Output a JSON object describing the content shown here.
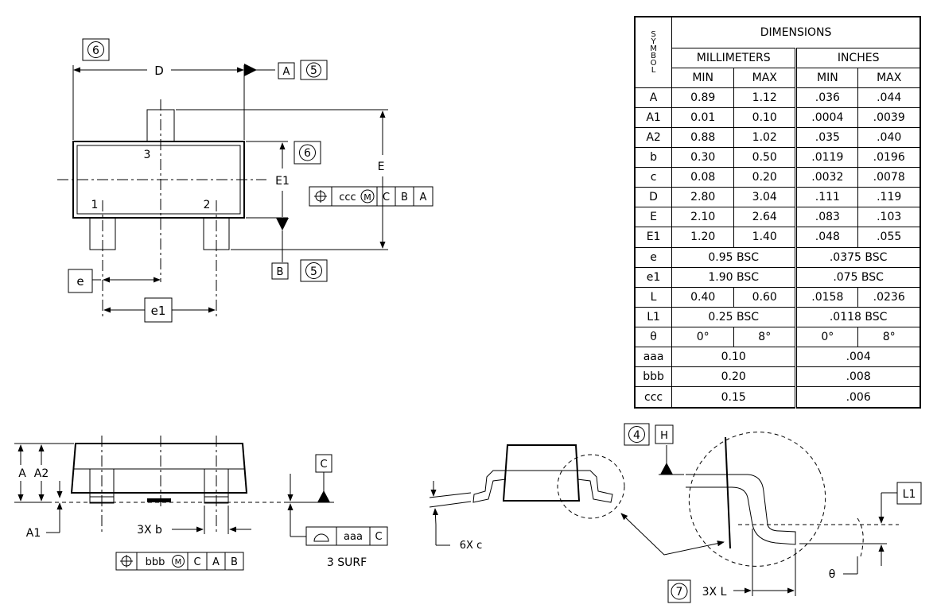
{
  "top_view": {
    "callout_6_top": "6",
    "dim_D": "D",
    "datum_A": "A",
    "callout_5_top": "5",
    "pin3": "3",
    "pin1": "1",
    "pin2": "2",
    "callout_6_mid": "6",
    "dim_E1": "E1",
    "dim_E": "E",
    "fcf": {
      "symbol": "⌖",
      "tol": "ccc",
      "modifier": "M",
      "d1": "C",
      "d2": "B",
      "d3": "A"
    },
    "datum_B": "B",
    "callout_5_bottom": "5",
    "dim_e": "e",
    "dim_e1": "e1"
  },
  "side_view": {
    "dim_A": "A",
    "dim_A2": "A2",
    "dim_A1": "A1",
    "dim_3xb": "3X b",
    "datum_C": "C",
    "fcf_b": {
      "symbol": "⌖",
      "tol": "bbb",
      "modifier": "M",
      "d1": "C",
      "d2": "A",
      "d3": "B"
    },
    "profile_fcf": {
      "tol": "aaa",
      "datum": "C"
    },
    "surf_note": "3 SURF"
  },
  "end_view": {
    "dim_6xc": "6X c",
    "callout_4": "4",
    "datum_H": "H",
    "dim_L1": "L1",
    "theta": "θ",
    "callout_7": "7",
    "dim_3xL": "3X L"
  },
  "table": {
    "symbol_header": [
      "S",
      "Y",
      "M",
      "B",
      "O",
      "L"
    ],
    "dimensions": "DIMENSIONS",
    "millimeters": "MILLIMETERS",
    "inches": "INCHES",
    "min": "MIN",
    "max": "MAX",
    "rows": [
      {
        "sym": "A",
        "mm_min": "0.89",
        "mm_max": "1.12",
        "in_min": ".036",
        "in_max": ".044"
      },
      {
        "sym": "A1",
        "mm_min": "0.01",
        "mm_max": "0.10",
        "in_min": ".0004",
        "in_max": ".0039"
      },
      {
        "sym": "A2",
        "mm_min": "0.88",
        "mm_max": "1.02",
        "in_min": ".035",
        "in_max": ".040"
      },
      {
        "sym": "b",
        "mm_min": "0.30",
        "mm_max": "0.50",
        "in_min": ".0119",
        "in_max": ".0196"
      },
      {
        "sym": "c",
        "mm_min": "0.08",
        "mm_max": "0.20",
        "in_min": ".0032",
        "in_max": ".0078"
      },
      {
        "sym": "D",
        "mm_min": "2.80",
        "mm_max": "3.04",
        "in_min": ".111",
        "in_max": ".119"
      },
      {
        "sym": "E",
        "mm_min": "2.10",
        "mm_max": "2.64",
        "in_min": ".083",
        "in_max": ".103"
      },
      {
        "sym": "E1",
        "mm_min": "1.20",
        "mm_max": "1.40",
        "in_min": ".048",
        "in_max": ".055"
      }
    ],
    "bsc_rows": [
      {
        "sym": "e",
        "mm": "0.95 BSC",
        "in": ".0375 BSC"
      },
      {
        "sym": "e1",
        "mm": "1.90 BSC",
        "in": ".075 BSC"
      }
    ],
    "row_L": {
      "sym": "L",
      "mm_min": "0.40",
      "mm_max": "0.60",
      "in_min": ".0158",
      "in_max": ".0236"
    },
    "row_L1": {
      "sym": "L1",
      "mm": "0.25 BSC",
      "in": ".0118 BSC"
    },
    "row_theta": {
      "sym": "θ",
      "mm_min": "0°",
      "mm_max": "8°",
      "in_min": "0°",
      "in_max": "8°"
    },
    "tol_rows": [
      {
        "sym": "aaa",
        "mm": "0.10",
        "in": ".004"
      },
      {
        "sym": "bbb",
        "mm": "0.20",
        "in": ".008"
      },
      {
        "sym": "ccc",
        "mm": "0.15",
        "in": ".006"
      }
    ]
  }
}
